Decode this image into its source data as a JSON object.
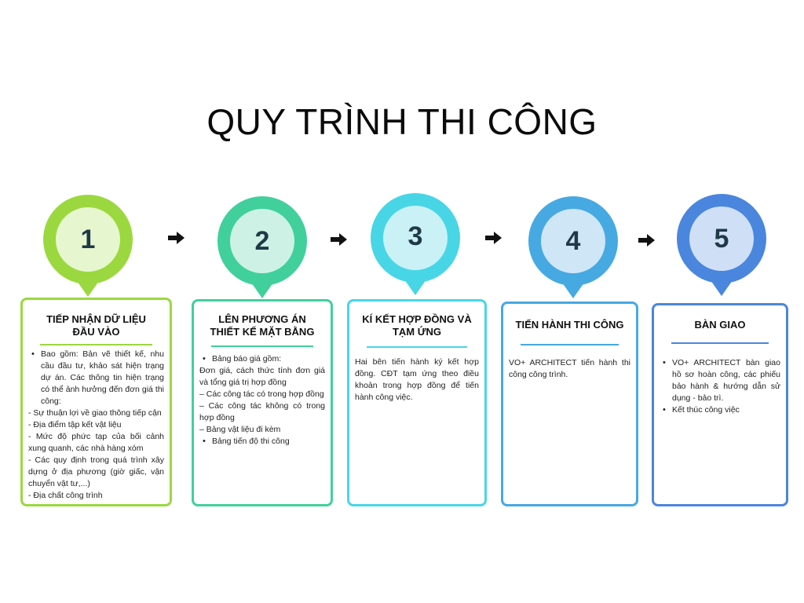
{
  "title": "QUY TRÌNH THI CÔNG",
  "colors": {
    "step1": "#9bd83f",
    "step2": "#41d09c",
    "step3": "#48d6e6",
    "step4": "#46a9e2",
    "step5": "#4a86de"
  },
  "steps": [
    {
      "number": "1",
      "title_lines": [
        "TIẾP NHẬN DỮ LIỆU",
        "ĐẦU VÀO"
      ],
      "items": [
        {
          "type": "bullet",
          "text": "Bao gồm: Bản vẽ thiết kế, nhu cầu đầu tư, khảo sát hiện trạng dự án. Các thông tin hiện trạng có thể ảnh hưởng đến đơn giá thi công:"
        },
        {
          "type": "plain",
          "text": "- Sự thuận lợi về giao thông tiếp cận"
        },
        {
          "type": "plain",
          "text": "- Địa điểm tập kết vật liệu"
        },
        {
          "type": "plain",
          "text": "- Mức độ phức tạp của bối cảnh xung quanh, các nhà hàng xóm"
        },
        {
          "type": "plain",
          "text": "- Các quy định trong quá trình xây dựng ở địa phương (giờ giấc, vận chuyển vật tư,...)"
        },
        {
          "type": "plain",
          "text": "- Địa chất công trình"
        }
      ]
    },
    {
      "number": "2",
      "title_lines": [
        "LÊN PHƯƠNG ÁN",
        "THIẾT KẾ MẶT BẰNG"
      ],
      "items": [
        {
          "type": "bullet",
          "text": "Bảng báo giá gồm:"
        },
        {
          "type": "plain",
          "text": "Đơn giá, cách thức tính đơn giá và tổng giá trị hợp đồng"
        },
        {
          "type": "plain",
          "text": "– Các công tác có trong hợp đồng"
        },
        {
          "type": "plain",
          "text": "– Các công tác không có trong hợp đồng"
        },
        {
          "type": "plain",
          "text": "– Bảng vật liệu đi kèm"
        },
        {
          "type": "bullet",
          "text": "Bảng tiến độ thi công"
        }
      ]
    },
    {
      "number": "3",
      "title_lines": [
        "KÍ KẾT HỢP ĐỒNG VÀ",
        "TẠM ỨNG"
      ],
      "items": [
        {
          "type": "plain",
          "text": "Hai bên tiến hành ký kết hợp đồng. CĐT tạm ứng theo điều khoản trong hợp đồng để tiến hành công việc."
        }
      ]
    },
    {
      "number": "4",
      "title_lines": [
        "TIẾN HÀNH THI CÔNG"
      ],
      "items": [
        {
          "type": "plain",
          "text": "VO+ ARCHITECT tiến hành thi công công trình."
        }
      ]
    },
    {
      "number": "5",
      "title_lines": [
        "BÀN GIAO"
      ],
      "items": [
        {
          "type": "bullet",
          "text": "VO+ ARCHITECT bàn giao hồ sơ hoàn công, các phiếu bảo hành & hướng dẫn sử dụng - bảo trì."
        },
        {
          "type": "bullet",
          "text": "Kết thúc công việc"
        }
      ]
    }
  ]
}
